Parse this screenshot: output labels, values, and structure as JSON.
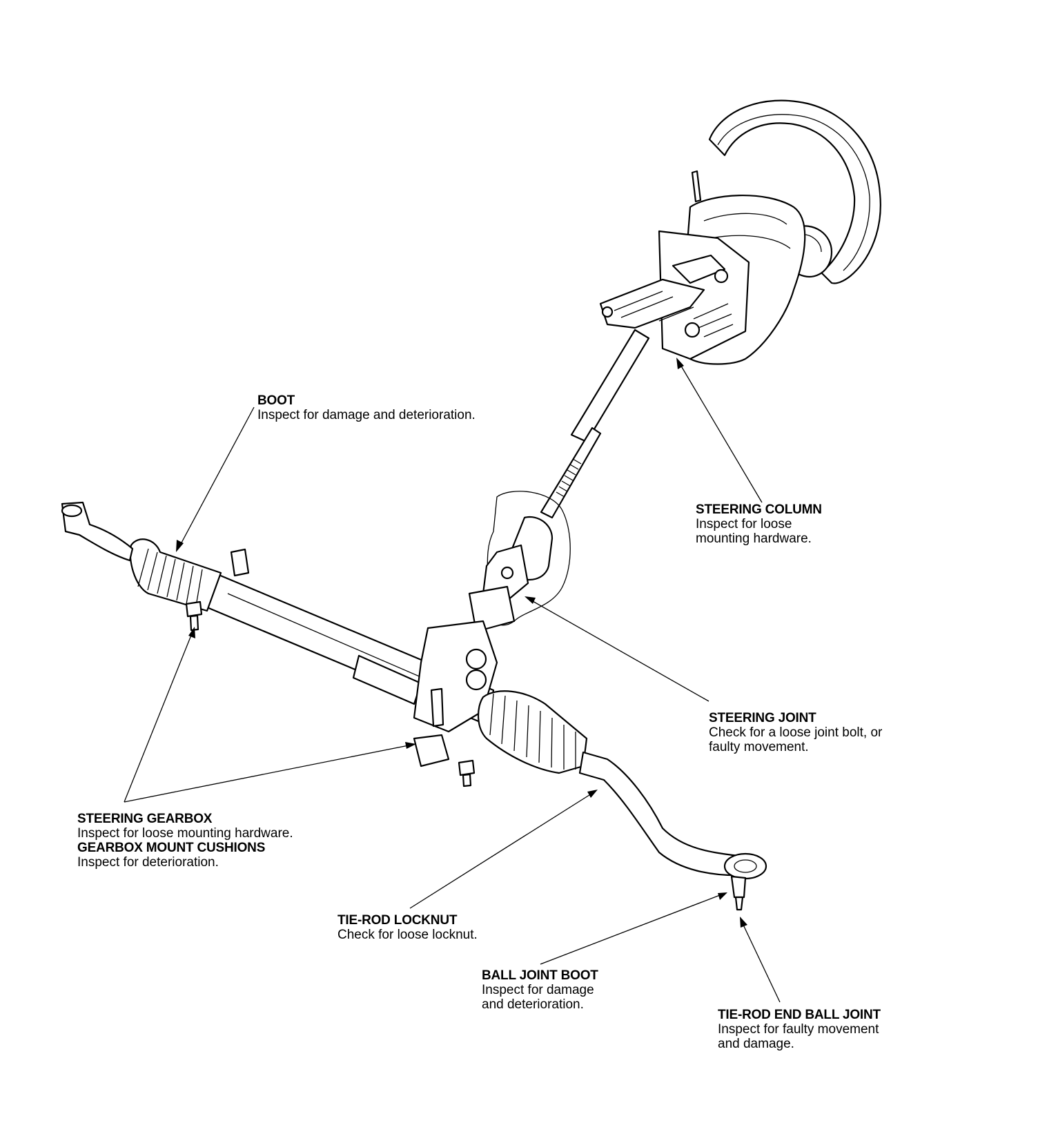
{
  "callouts": {
    "boot": {
      "title": "BOOT",
      "desc": "Inspect for damage and deterioration."
    },
    "steering_column": {
      "title": "STEERING COLUMN",
      "desc": "Inspect for loose\nmounting hardware."
    },
    "steering_joint": {
      "title": "STEERING JOINT",
      "desc": "Check for a loose joint bolt, or\nfaulty movement."
    },
    "steering_gearbox": {
      "title": "STEERING GEARBOX",
      "desc": "Inspect for loose mounting hardware."
    },
    "gearbox_mount_cushions": {
      "title": "GEARBOX MOUNT CUSHIONS",
      "desc": "Inspect for deterioration."
    },
    "tie_rod_locknut": {
      "title": "TIE-ROD LOCKNUT",
      "desc": "Check for loose locknut."
    },
    "ball_joint_boot": {
      "title": "BALL JOINT BOOT",
      "desc": "Inspect for damage\nand deterioration."
    },
    "tie_rod_end_ball_joint": {
      "title": "TIE-ROD END BALL JOINT",
      "desc": "Inspect for faulty movement\nand damage."
    }
  },
  "colors": {
    "ink": "#000000",
    "paper": "#ffffff"
  }
}
